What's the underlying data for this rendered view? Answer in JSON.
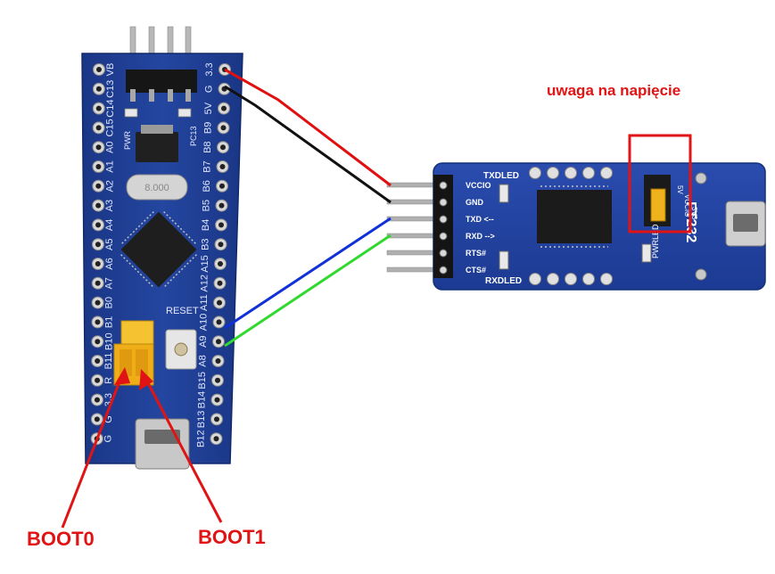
{
  "annotations": {
    "warning": "uwaga na napięcie",
    "boot0": "BOOT0",
    "boot1": "BOOT1"
  },
  "stm32_board": {
    "left_header_labels": [
      "VB",
      "C13",
      "C14",
      "C15",
      "A0",
      "A1",
      "A2",
      "A3",
      "A4",
      "A5",
      "A6",
      "A7",
      "B0",
      "B1",
      "B10",
      "B11",
      "R",
      "3.3",
      "G",
      "G"
    ],
    "right_header_labels": [
      "3.3",
      "G",
      "5V",
      "B9",
      "B8",
      "B7",
      "B6",
      "B5",
      "B4",
      "B3",
      "A15",
      "A12",
      "A11",
      "A10",
      "A9",
      "A8",
      "B15",
      "B14",
      "B13",
      "B12"
    ],
    "crystal_text": "8.000",
    "reset_label": "RESET",
    "pwr_label": "PWR",
    "pc13_label": "PC13"
  },
  "ftdi_board": {
    "pin_labels": [
      "VCCIO",
      "GND",
      "TXD <--",
      "RXD -->",
      "RTS#",
      "CTS#"
    ],
    "txled_label": "TXDLED",
    "rxled_label": "RXDLED",
    "pwrled_label": "PWRLED",
    "chip_text": "FT232",
    "jumper_labels": [
      "5V",
      "VCCIO",
      "3V3"
    ]
  },
  "colors": {
    "pcb_blue": "#1d3a8c",
    "annotation_red": "#e01414",
    "wire_red": "#e01010",
    "wire_black": "#111111",
    "wire_blue": "#1030d8",
    "wire_green": "#30d830",
    "jumper_yellow": "#f0b21c"
  }
}
